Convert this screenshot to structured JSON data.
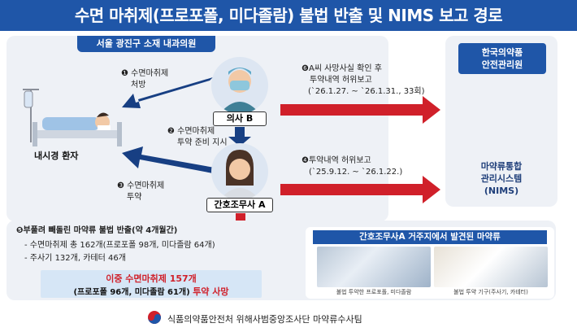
{
  "title": "수면 마취제(프로포폴, 미다졸람) 불법 반출 및 NIMS 보고 경로",
  "clinic": {
    "name": "서울 광진구 소재 내과의원"
  },
  "patient": {
    "label": "내시경 환자"
  },
  "doctor": {
    "label": "의사 B"
  },
  "nurse": {
    "label": "간호조무사 A"
  },
  "steps": {
    "s1": {
      "line1": "❶ 수면마취제",
      "line2": "처방"
    },
    "s2": {
      "line1": "❷ 수면마취제",
      "line2": "투약 준비 지시"
    },
    "s3": {
      "line1": "❸ 수면마취제",
      "line2": "투약"
    },
    "s4": {
      "line1": "❹투약내역 허위보고",
      "line2": "(`25.9.12. ~ `26.1.22.)"
    },
    "s6": {
      "line1": "❻A씨 사망사실 확인 후",
      "line2": "투약내역 허위보고",
      "line3": "(`26.1.27. ~ `26.1.31., 33회)"
    }
  },
  "agency": {
    "name_line1": "한국의약품",
    "name_line2": "안전관리원",
    "system_line1": "마약류통합",
    "system_line2": "관리시스템",
    "system_line3": "(NIMS)"
  },
  "bottom": {
    "s5_title": "❺부풀려 빼돌린 마약류 불법 반출(약 4개월간)",
    "item1": "- 수면마취제 총 162개(프로포폴 98개, 미다졸람 64개)",
    "item2": "- 주사기 132개, 카테터 46개",
    "dose_line1": "이중 수면마취제 157개",
    "dose_line2a": "(프로포폴 96개, 미다졸람 61개)",
    "dose_line2b": "투약 사망"
  },
  "found": {
    "title": "간호조무사A 거주지에서 발견된 마약류",
    "caption1": "불법 투약한 프로포폴, 미다졸람",
    "caption2": "불법 투약 기구(주사기, 카테터)"
  },
  "footer": {
    "text": "식품의약품안전처 위해사범중앙조사단 마약류수사팀",
    "icon": "korea-government-emblem-icon"
  },
  "colors": {
    "navy": "#1f56a8",
    "arrow_red": "#d0202a",
    "arrow_navy": "#173f83",
    "panel": "#eef1f6"
  }
}
